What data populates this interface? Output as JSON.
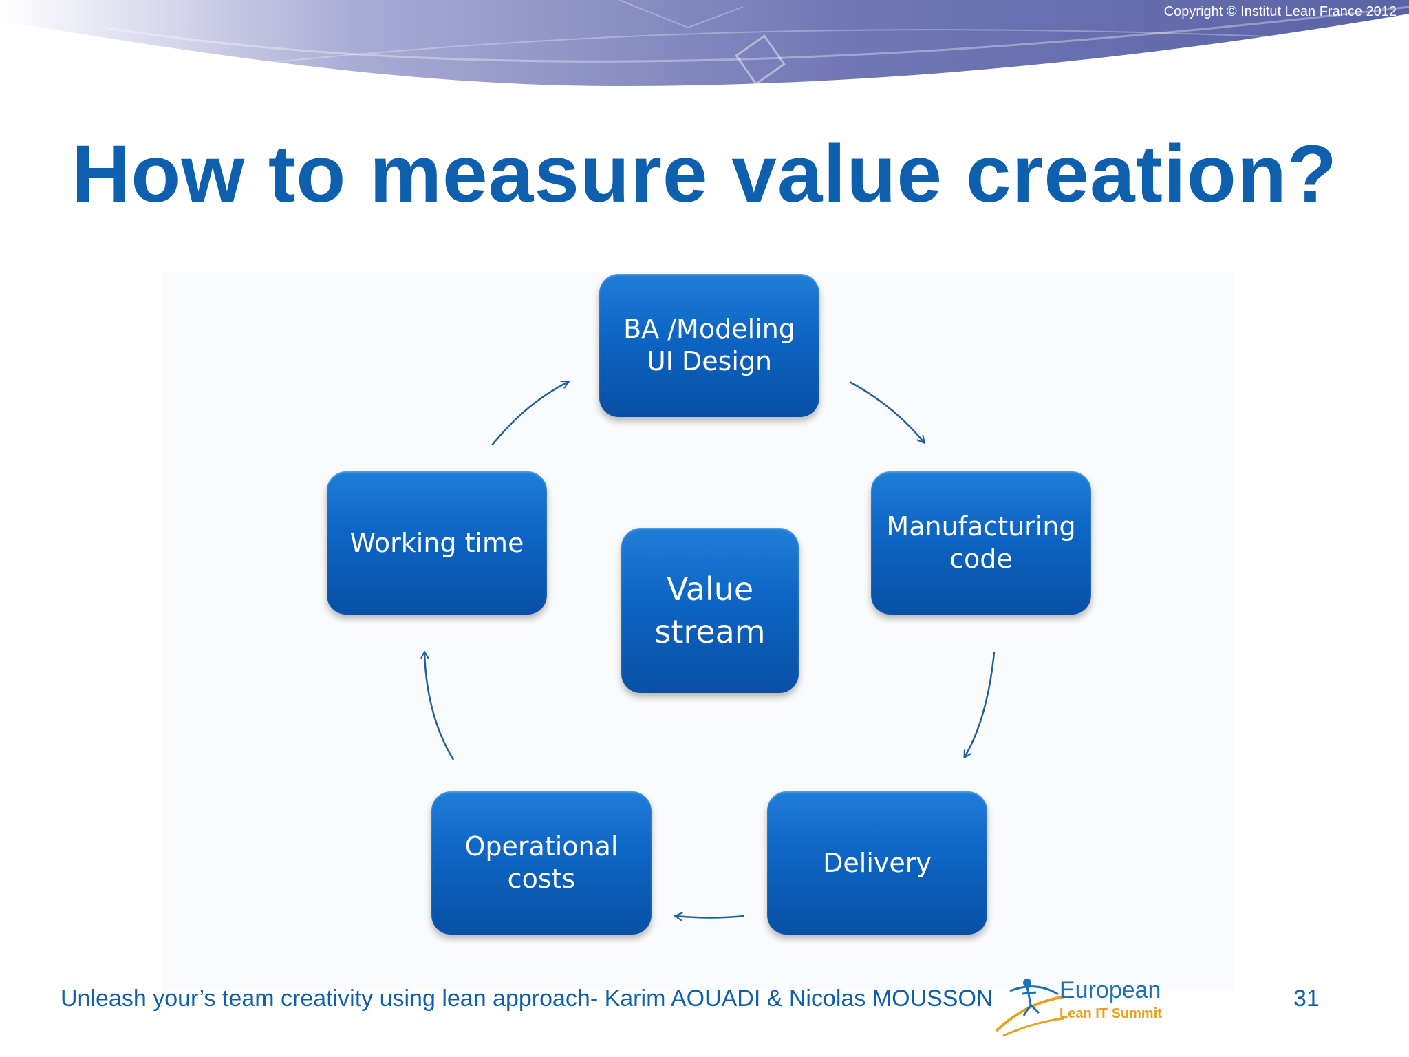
{
  "header": {
    "copyright": "Copyright © Institut Lean France 2012"
  },
  "slide": {
    "title": "How to measure value creation?"
  },
  "diagram": {
    "center": "Value\nstream",
    "nodes": [
      "BA /Modeling\nUI Design",
      "Manufacturing\ncode",
      "Delivery",
      "Operational\ncosts",
      "Working time"
    ]
  },
  "footer": {
    "text": "Unleash your’s team creativity using lean approach- Karim AOUADI & Nicolas MOUSSON",
    "logo_line1": "European",
    "logo_line2": "Lean IT Summit",
    "page_number": "31"
  },
  "colors": {
    "title": "#0e5fae",
    "node": "#0d64c2",
    "arrow": "#1f5f9e",
    "banner": "#6a72b0"
  }
}
